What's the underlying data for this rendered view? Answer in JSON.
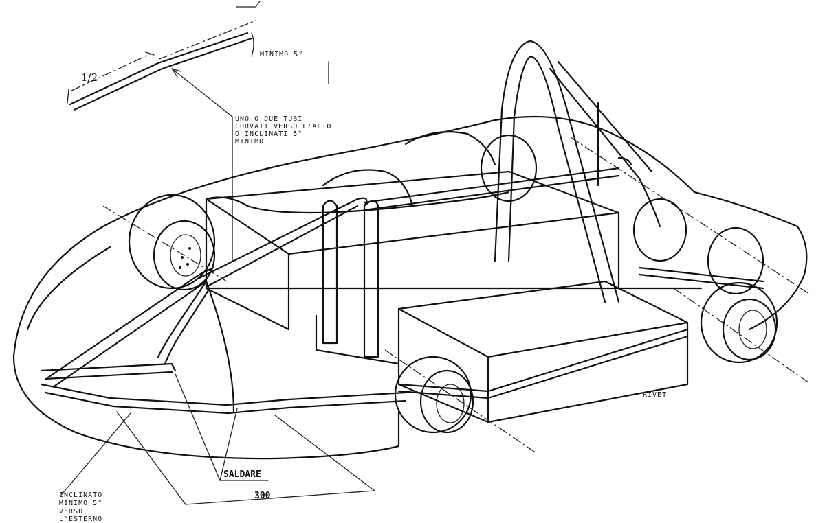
{
  "labels": {
    "half": "1/2",
    "minimo_5": "MINIMO 5°",
    "tubi_line1": "UNO O DUE TUBI",
    "tubi_line2": "CURVATI VERSO L'ALTO",
    "tubi_line3": "O INCLINATI 5°",
    "tubi_line4": "MINIMO",
    "rivet": "RIVET",
    "saldare": "SALDARE",
    "dim_300": "300",
    "incl_line1": "INCLINATO",
    "incl_line2": "MINIMO 5°",
    "incl_line3": "VERSO",
    "incl_line4": "L'ESTERNO"
  }
}
